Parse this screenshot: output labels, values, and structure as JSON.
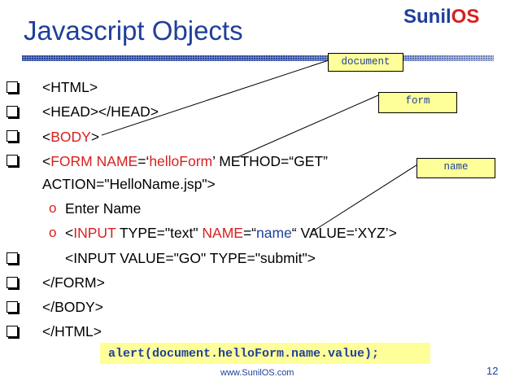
{
  "slide": {
    "title": "Javascript Objects",
    "brand_part1": "Sunil",
    "brand_part2": "OS",
    "lines": {
      "html_open": "<HTML>",
      "head": "<HEAD></HEAD>",
      "body_lt": "<",
      "body_tag": "BODY",
      "body_gt": ">",
      "form_lt": "<",
      "form_tag": "FORM",
      "form_name_attr": "NAME",
      "form_eq": "=‘",
      "form_name_val": "helloForm",
      "form_rest": "’ METHOD=“GET”",
      "form_action": "ACTION=\"HelloName.jsp\">",
      "sub_bullet_symbol": "o",
      "enter_name": "Enter Name",
      "input_lt": "<",
      "input_tag": "INPUT",
      "input_type": " TYPE=\"text\" ",
      "input_name_attr": "NAME",
      "input_eq": "=“",
      "input_name_val": "name",
      "input_rest": "“ VALUE=‘XYZ’>",
      "submit": "<INPUT VALUE=\"GO\" TYPE=\"submit\">",
      "form_close": "</FORM>",
      "body_close": "</BODY>",
      "html_close": "</HTML>"
    },
    "tags": {
      "document": "document",
      "form": "form",
      "name": "name"
    },
    "alert_code": "alert(document.helloForm.name.value);",
    "footer_url": "www.SunilOS.com",
    "page_number": "12",
    "colors": {
      "title_blue": "#1f3f9a",
      "accent_red": "#d81f1f",
      "highlight_yellow": "#ffff99"
    }
  }
}
